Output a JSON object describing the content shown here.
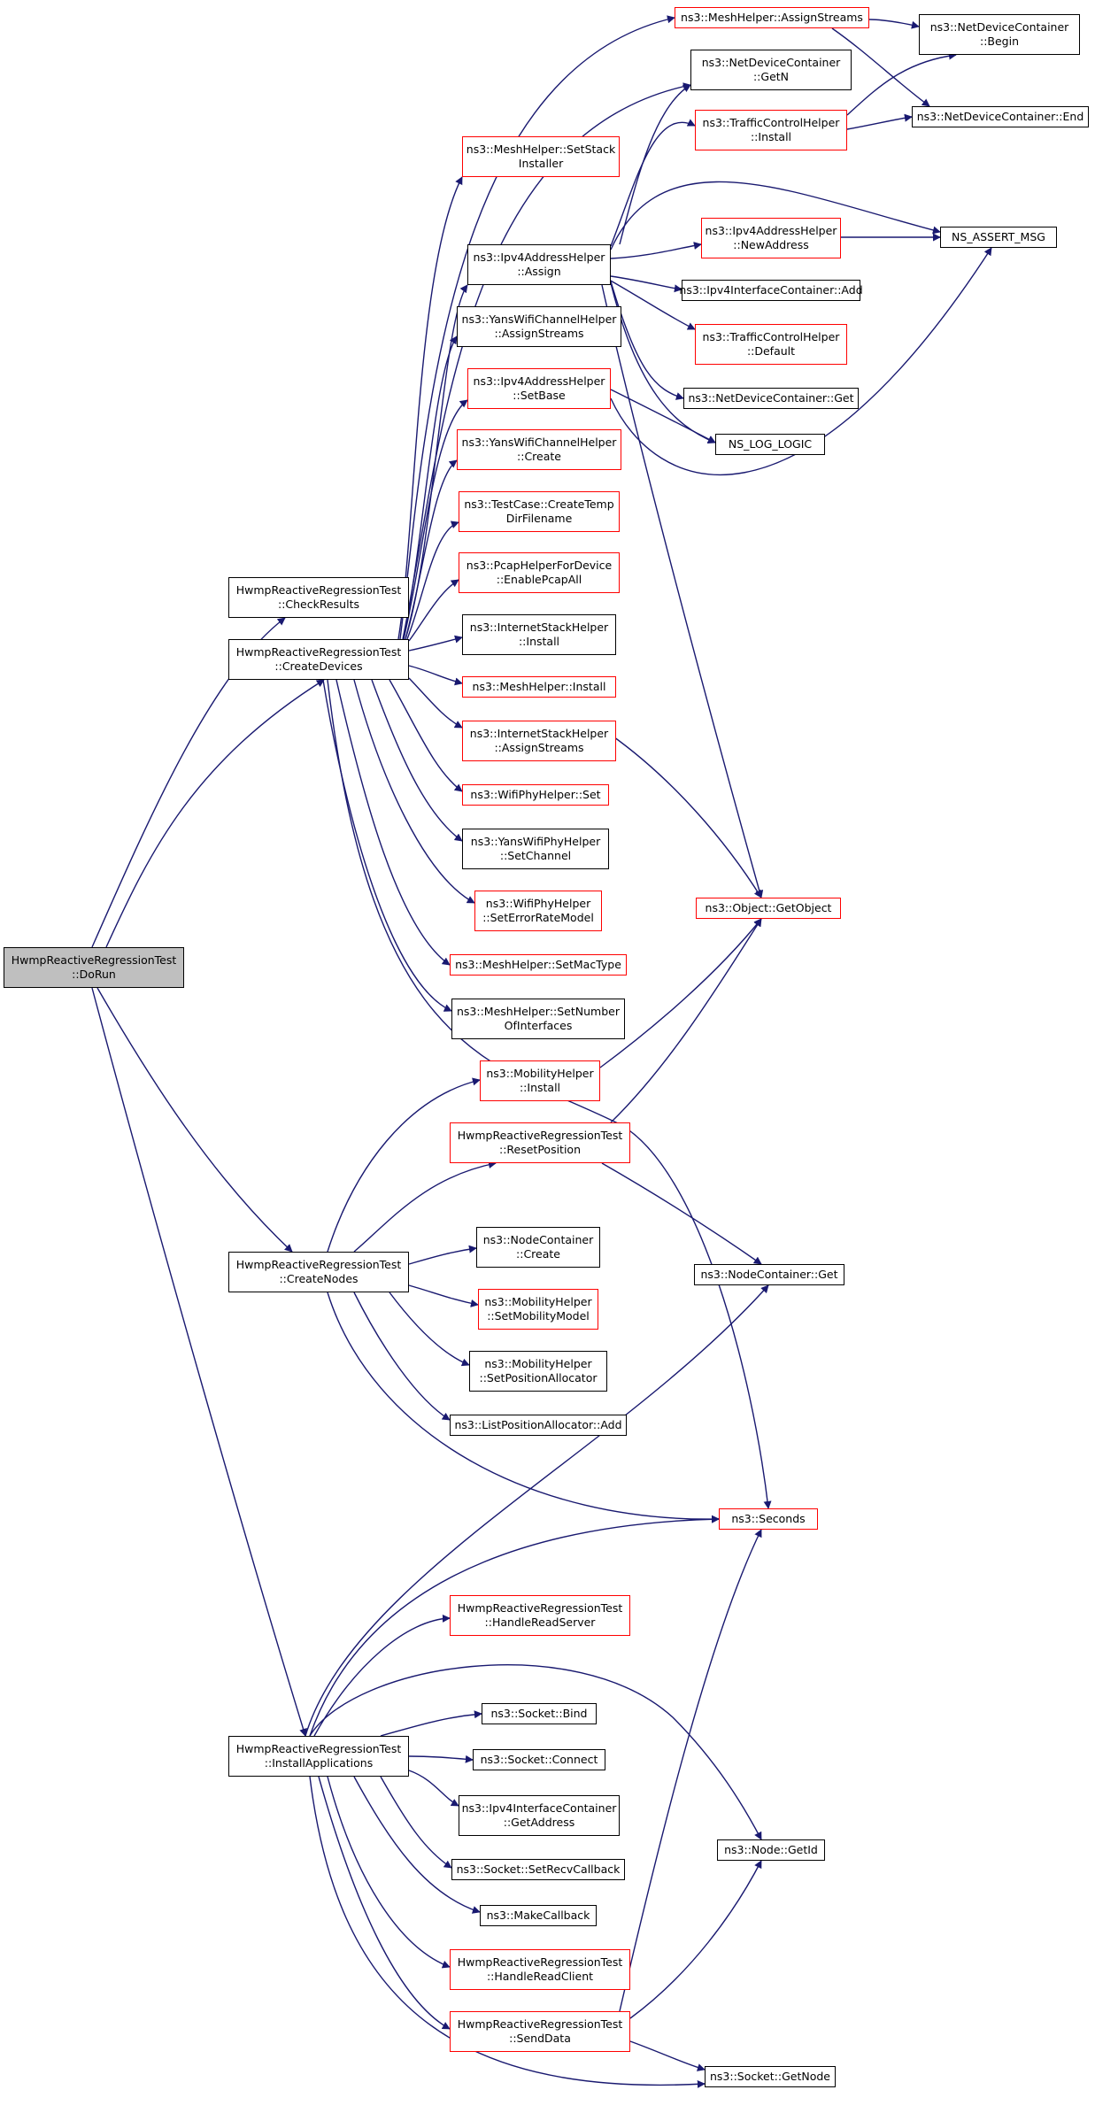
{
  "colors": {
    "edge": "#191970",
    "documented_border": "#000000",
    "undocumented_border": "#ff0000",
    "root_fill": "#bfbfbf"
  },
  "nodes": {
    "doRun": [
      "HwmpReactiveRegressionTest",
      "::DoRun"
    ],
    "checkResults": [
      "HwmpReactiveRegressionTest",
      "::CheckResults"
    ],
    "createDevices": [
      "HwmpReactiveRegressionTest",
      "::CreateDevices"
    ],
    "createNodes": [
      "HwmpReactiveRegressionTest",
      "::CreateNodes"
    ],
    "installApplications": [
      "HwmpReactiveRegressionTest",
      "::InstallApplications"
    ],
    "meshAssignStreams": [
      "ns3::MeshHelper::AssignStreams"
    ],
    "ndcGetN": [
      "ns3::NetDeviceContainer",
      "::GetN"
    ],
    "meshSetStackInstaller": [
      "ns3::MeshHelper::SetStack",
      "Installer"
    ],
    "tchInstall": [
      "ns3::TrafficControlHelper",
      "::Install"
    ],
    "ipv4Assign": [
      "ns3::Ipv4AddressHelper",
      "::Assign"
    ],
    "ipv4NewAddress": [
      "ns3::Ipv4AddressHelper",
      "::NewAddress"
    ],
    "ipv4IfcAdd": [
      "ns3::Ipv4InterfaceContainer::Add"
    ],
    "tchDefault": [
      "ns3::TrafficControlHelper",
      "::Default"
    ],
    "ndcGet": [
      "ns3::NetDeviceContainer::Get"
    ],
    "nsLogLogic": [
      "NS_LOG_LOGIC"
    ],
    "ndcBegin": [
      "ns3::NetDeviceContainer",
      "::Begin"
    ],
    "ndcEnd": [
      "ns3::NetDeviceContainer::End"
    ],
    "nsAssertMsg": [
      "NS_ASSERT_MSG"
    ],
    "yansChAssignStreams": [
      "ns3::YansWifiChannelHelper",
      "::AssignStreams"
    ],
    "ipv4SetBase": [
      "ns3::Ipv4AddressHelper",
      "::SetBase"
    ],
    "yansChCreate": [
      "ns3::YansWifiChannelHelper",
      "::Create"
    ],
    "createTempDir": [
      "ns3::TestCase::CreateTemp",
      "DirFilename"
    ],
    "pcapEnableAll": [
      "ns3::PcapHelperForDevice",
      "::EnablePcapAll"
    ],
    "inetInstall": [
      "ns3::InternetStackHelper",
      "::Install"
    ],
    "meshInstall": [
      "ns3::MeshHelper::Install"
    ],
    "inetAssignStreams": [
      "ns3::InternetStackHelper",
      "::AssignStreams"
    ],
    "wifiPhySet": [
      "ns3::WifiPhyHelper::Set"
    ],
    "yansPhySetChannel": [
      "ns3::YansWifiPhyHelper",
      "::SetChannel"
    ],
    "wifiPhySetErrorRate": [
      "ns3::WifiPhyHelper",
      "::SetErrorRateModel"
    ],
    "meshSetMacType": [
      "ns3::MeshHelper::SetMacType"
    ],
    "meshSetNumIfaces": [
      "ns3::MeshHelper::SetNumber",
      "OfInterfaces"
    ],
    "objectGetObject": [
      "ns3::Object::GetObject"
    ],
    "mobilityInstall": [
      "ns3::MobilityHelper",
      "::Install"
    ],
    "resetPosition": [
      "HwmpReactiveRegressionTest",
      "::ResetPosition"
    ],
    "nodeContainerCreate": [
      "ns3::NodeContainer",
      "::Create"
    ],
    "nodeContainerGet": [
      "ns3::NodeContainer::Get"
    ],
    "mobilitySetModel": [
      "ns3::MobilityHelper",
      "::SetMobilityModel"
    ],
    "mobilitySetPosAlloc": [
      "ns3::MobilityHelper",
      "::SetPositionAllocator"
    ],
    "listPosAllocAdd": [
      "ns3::ListPositionAllocator::Add"
    ],
    "seconds": [
      "ns3::Seconds"
    ],
    "handleReadServer": [
      "HwmpReactiveRegressionTest",
      "::HandleReadServer"
    ],
    "socketBind": [
      "ns3::Socket::Bind"
    ],
    "socketConnect": [
      "ns3::Socket::Connect"
    ],
    "ipv4IfcGetAddress": [
      "ns3::Ipv4InterfaceContainer",
      "::GetAddress"
    ],
    "socketSetRecvCb": [
      "ns3::Socket::SetRecvCallback"
    ],
    "makeCallback": [
      "ns3::MakeCallback"
    ],
    "handleReadClient": [
      "HwmpReactiveRegressionTest",
      "::HandleReadClient"
    ],
    "sendData": [
      "HwmpReactiveRegressionTest",
      "::SendData"
    ],
    "nodeGetId": [
      "ns3::Node::GetId"
    ],
    "socketGetNode": [
      "ns3::Socket::GetNode"
    ]
  }
}
